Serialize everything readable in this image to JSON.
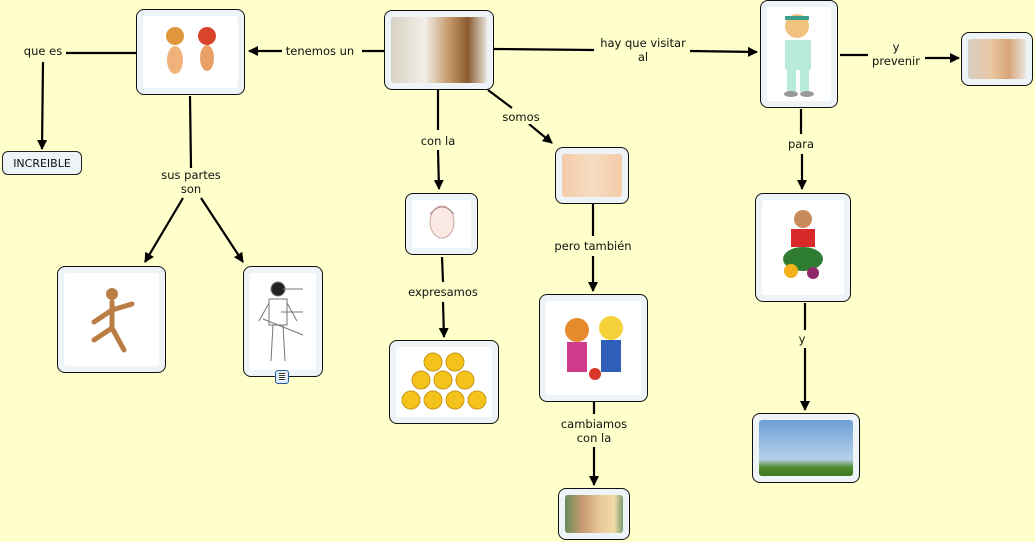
{
  "map_title": "Concept map",
  "background_color": "#ffffcc",
  "nodes": {
    "doctor_child": {
      "image": "doctor-examining-child-photo"
    },
    "children_body": {
      "image": "two-cartoon-children-illustration"
    },
    "increible": {
      "label": "INCREIBLE"
    },
    "mannequin": {
      "image": "wooden-mannequin-running"
    },
    "body_diagram": {
      "image": "labeled-child-body-diagram",
      "attachment_icon": "document-attachment-icon"
    },
    "face": {
      "image": "woman-face-drawing"
    },
    "emoticons": {
      "image": "emoticons-pyramid"
    },
    "babies": {
      "image": "twin-babies-photo"
    },
    "kids_playing": {
      "image": "cartoon-kids-playing"
    },
    "friends": {
      "image": "three-friends-photo"
    },
    "cartoon_doctor": {
      "image": "cartoon-doctor-with-stethoscope"
    },
    "sick_child": {
      "image": "sick-child-with-thermometer"
    },
    "boy_fruits": {
      "image": "boy-with-fruits-photo"
    },
    "jumping_woman": {
      "image": "woman-jumping-outdoors"
    }
  },
  "links": [
    {
      "label": "tenemos un"
    },
    {
      "label": "que es"
    },
    {
      "label": "sus partes\nson"
    },
    {
      "label": "con la"
    },
    {
      "label": "expresamos"
    },
    {
      "label": "somos"
    },
    {
      "label": "pero también"
    },
    {
      "label": "cambiamos\ncon la"
    },
    {
      "label": "hay que visitar\nal"
    },
    {
      "label": "y\nprevenir"
    },
    {
      "label": "para"
    },
    {
      "label": "y"
    }
  ]
}
